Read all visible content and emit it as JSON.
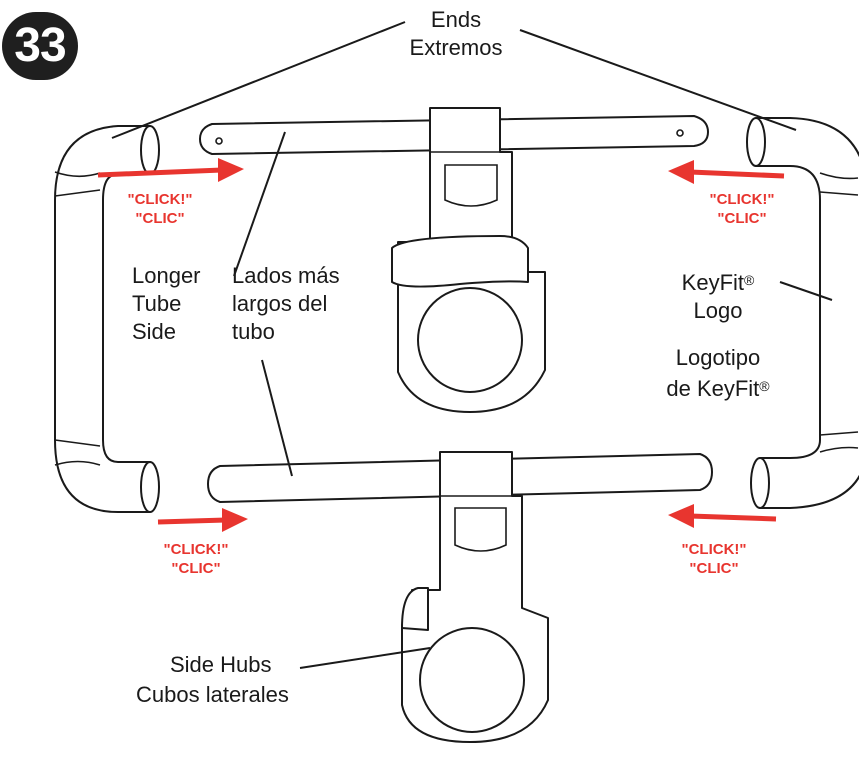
{
  "step": {
    "number": "33"
  },
  "labels": {
    "ends_en": "Ends",
    "ends_es": "Extremos",
    "longer_en_1": "Longer",
    "longer_en_2": "Tube",
    "longer_en_3": "Side",
    "longer_es_1": "Lados más",
    "longer_es_2": "largos del",
    "longer_es_3": "tubo",
    "logo_en_1": "KeyFit",
    "logo_en_2": "Logo",
    "logo_es_1": "Logotipo",
    "logo_es_2": "de KeyFit",
    "registered": "®",
    "hubs_en": "Side Hubs",
    "hubs_es": "Cubos laterales"
  },
  "clicks": {
    "en": "\"CLICK!\"",
    "es": "\"CLIC\""
  },
  "colors": {
    "accent": "#e8352f",
    "ink": "#1a1a1a",
    "badge": "#1f1f1f"
  }
}
